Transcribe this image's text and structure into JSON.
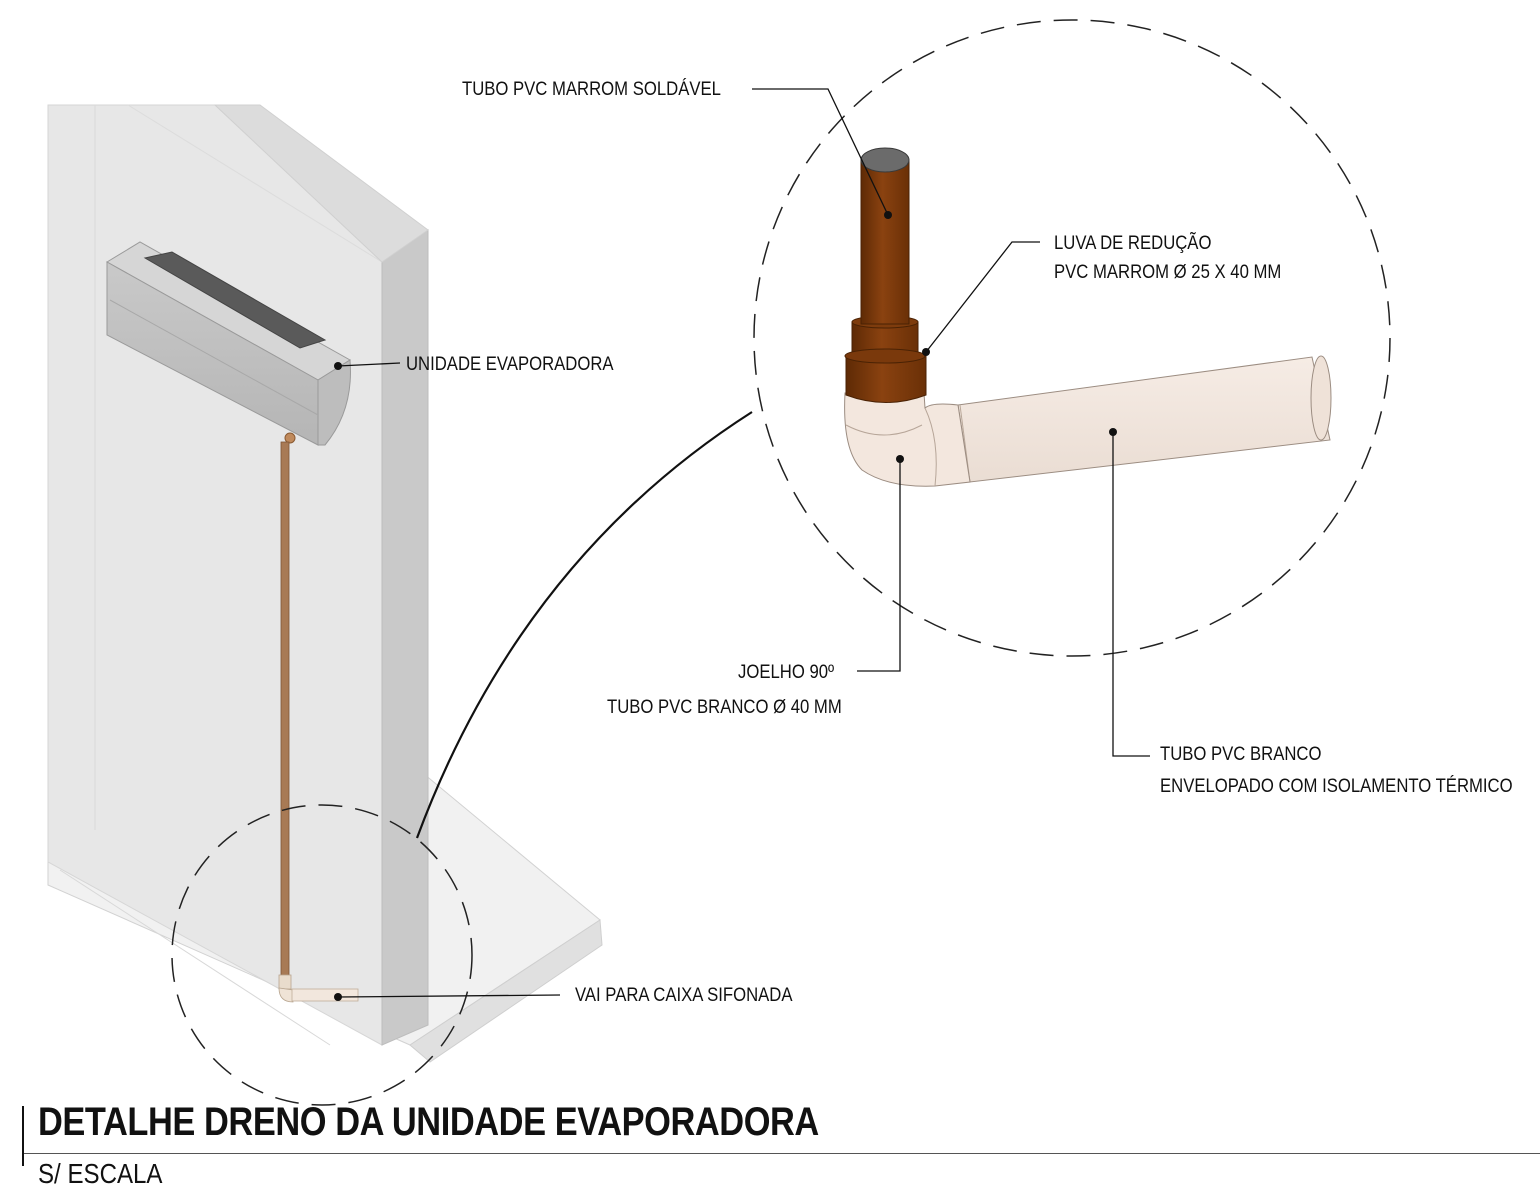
{
  "title": "DETALHE DRENO DA UNIDADE EVAPORADORA",
  "subtitle": "S/ ESCALA",
  "labels": {
    "tubo_marrom": "TUBO PVC MARROM SOLDÁVEL",
    "luva_line1": "LUVA DE REDUÇÃO",
    "luva_line2": "PVC MARROM Ø 25 X 40 MM",
    "unidade": "UNIDADE EVAPORADORA",
    "joelho": "JOELHO 90º",
    "tubo_branco_40": "TUBO PVC BRANCO Ø 40 MM",
    "tubo_branco_line1": "TUBO PVC BRANCO",
    "tubo_branco_line2": "ENVELOPADO COM ISOLAMENTO TÉRMICO",
    "caixa": "VAI PARA CAIXA SIFONADA"
  },
  "colors": {
    "pvc_brown": "#7a3a0c",
    "pvc_white": "#f1e4db",
    "wall": "#e6e6e6",
    "drain_pipe": "#a87a55"
  }
}
